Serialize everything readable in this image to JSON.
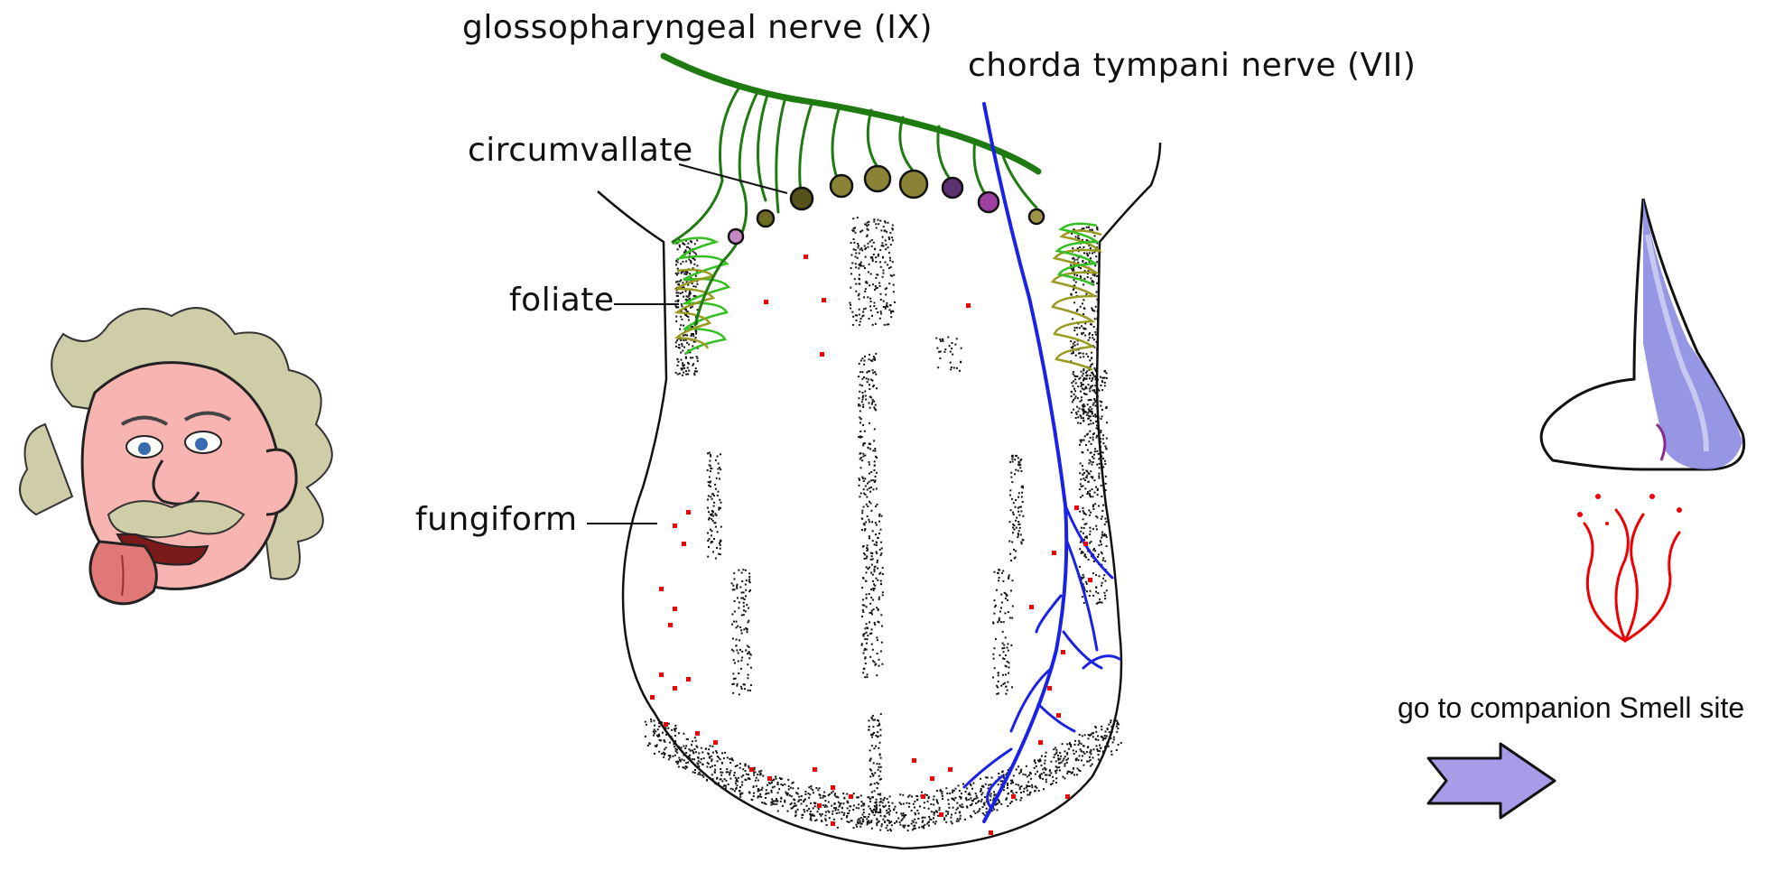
{
  "labels": {
    "glossopharyngeal": "glossopharyngeal nerve (IX)",
    "chorda": "chorda tympani nerve (VII)",
    "circumvallate": "circumvallate",
    "foliate": "foliate",
    "fungiform": "fungiform"
  },
  "link": {
    "smell": "go to companion Smell site"
  },
  "colors": {
    "glosso_nerve": "#1f7a12",
    "chorda_nerve": "#1a22e6",
    "papilla_dots": "#ee0000",
    "foliate_green": "#33c020",
    "foliate_olive": "#9a9a20",
    "arrow_fill": "#a99be8",
    "face_skin": "#f7b4b0",
    "hair": "#cfcca8",
    "nose_blue": "#8484e0"
  },
  "icons": {
    "face": "einstein-tongue-face",
    "nose": "nose-smell-icon",
    "arrow": "right-arrow-icon"
  }
}
